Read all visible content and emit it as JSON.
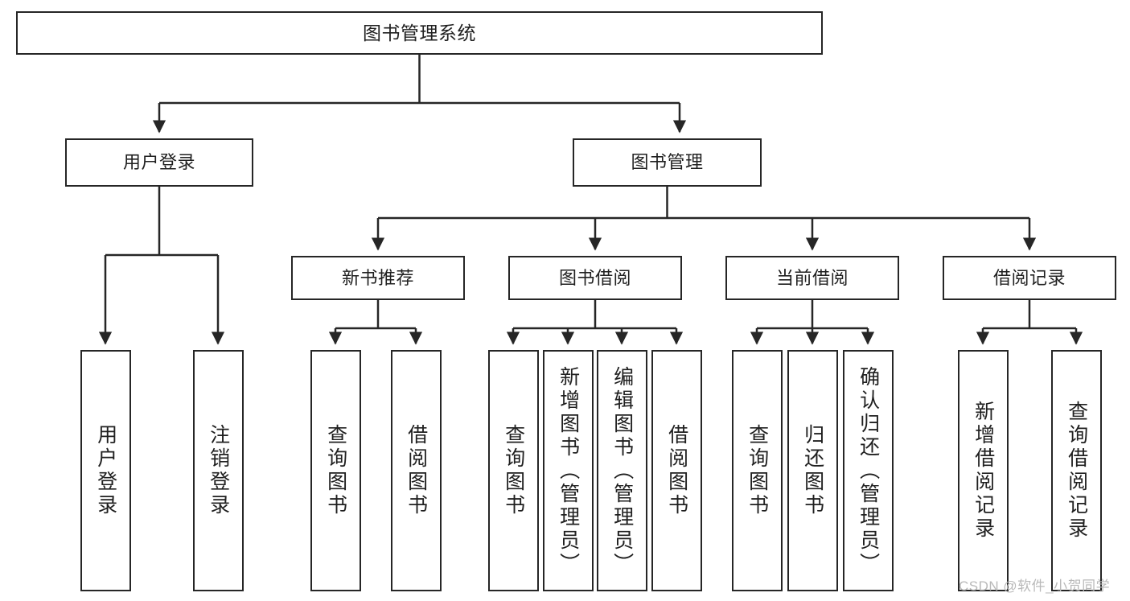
{
  "diagram": {
    "title": "图书管理系统",
    "watermark": "CSDN @软件_小贺同学",
    "colors": {
      "box_border": "#262626",
      "box_fill": "#ffffff",
      "edge": "#262626",
      "text": "#202020",
      "watermark": "#b9b9b9",
      "background": "#ffffff"
    },
    "root": {
      "label": "图书管理系统"
    },
    "level2": [
      {
        "label": "用户登录"
      },
      {
        "label": "图书管理"
      }
    ],
    "level3": [
      {
        "label": "新书推荐"
      },
      {
        "label": "图书借阅"
      },
      {
        "label": "当前借阅"
      },
      {
        "label": "借阅记录"
      }
    ],
    "leaves": {
      "user_login": [
        {
          "label": "用户登录"
        },
        {
          "label": "注销登录"
        }
      ],
      "new_book_recommend": [
        {
          "label": "查询图书"
        },
        {
          "label": "借阅图书"
        }
      ],
      "book_borrow": [
        {
          "label": "查询图书"
        },
        {
          "label": "新增图书（管理员）"
        },
        {
          "label": "编辑图书（管理员）"
        },
        {
          "label": "借阅图书"
        }
      ],
      "current_borrow": [
        {
          "label": "查询图书"
        },
        {
          "label": "归还图书"
        },
        {
          "label": "确认归还（管理员）"
        }
      ],
      "borrow_record": [
        {
          "label": "新增借阅记录"
        },
        {
          "label": "查询借阅记录"
        }
      ]
    }
  }
}
